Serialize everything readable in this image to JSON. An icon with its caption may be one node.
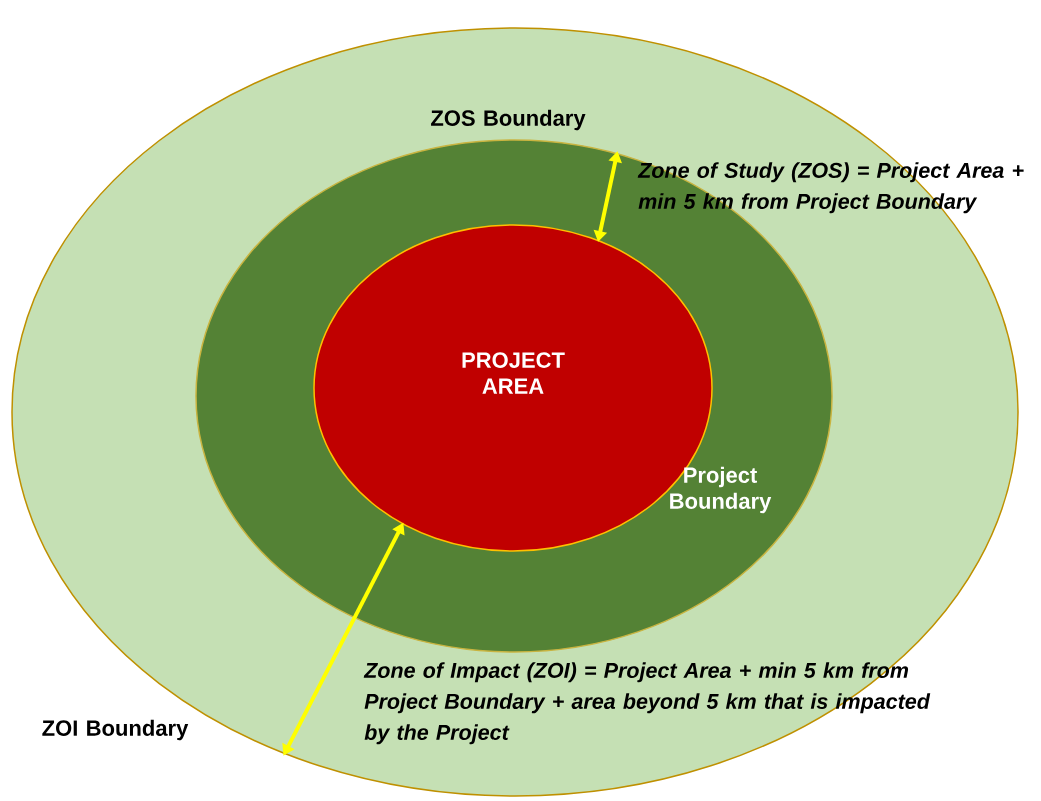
{
  "diagram": {
    "nodes": [
      {
        "text": [
          "ZOI Boundary"
        ]
      },
      {
        "text": [
          "ZOS Boundary"
        ],
        "in": 0
      },
      {
        "text": [
          "PROJECT AREA",
          "Project Boundary"
        ],
        "in": 1
      }
    ],
    "edges": [
      {
        "from": 2,
        "to": 1,
        "arrow": "both"
      },
      {
        "from": 2,
        "to": 0,
        "arrow": "both"
      }
    ],
    "labels": [
      "Zone of Study (ZOS) = Project Area + min 5 km from Project Boundary",
      "Zone of Impact (ZOI) = Project Area + min 5 km from Project Boundary + area beyond 5 km that is impacted by the Project"
    ]
  }
}
